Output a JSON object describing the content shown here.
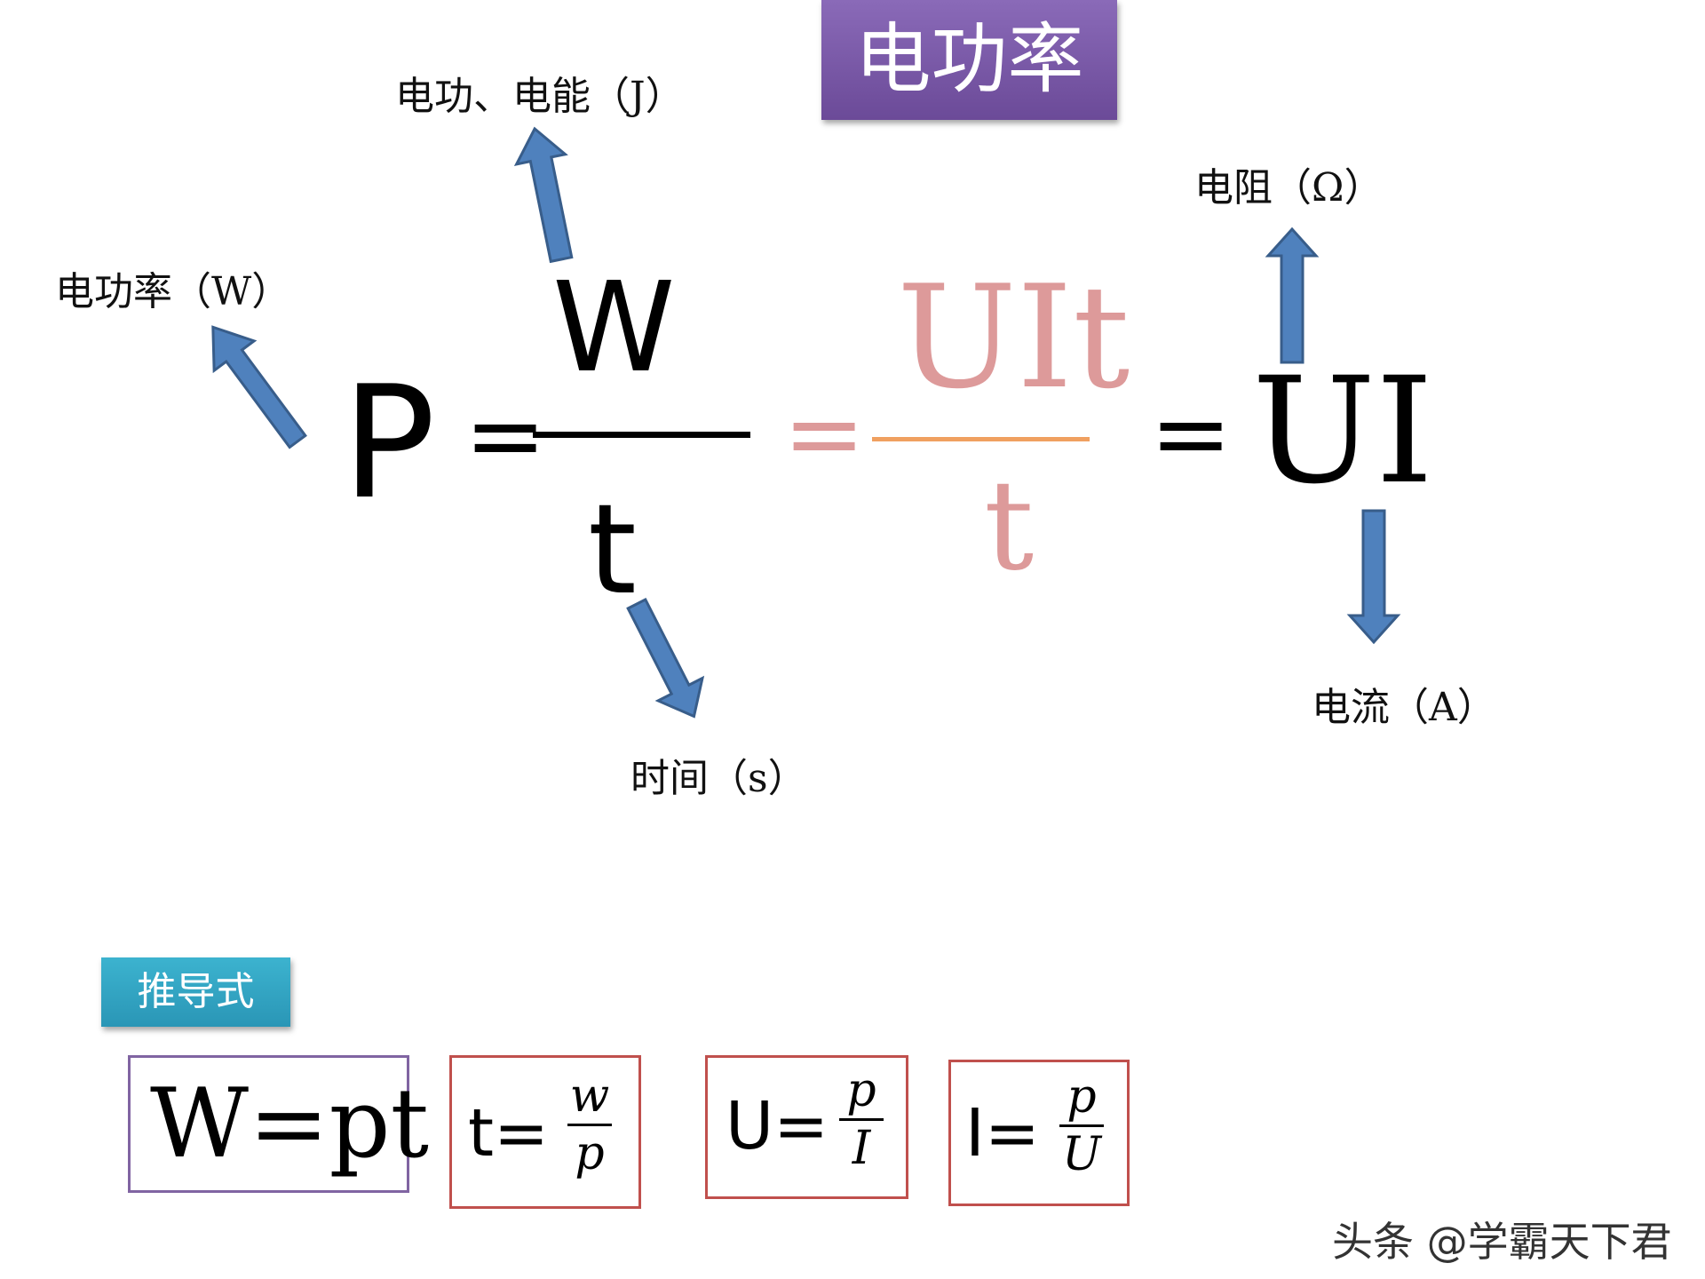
{
  "title": "电功率",
  "formula": {
    "lhs": "P",
    "eq1": "=",
    "num1": "W",
    "den1": "t",
    "eq2": "=",
    "num2": "UIt",
    "den2": "t",
    "eq3": "=",
    "rhs": "UI"
  },
  "labels": {
    "power": "电功率（W）",
    "work": "电功、电能（J）",
    "time": "时间（s）",
    "resistance": "电阻（Ω）",
    "current": "电流（A）"
  },
  "derivations": {
    "heading": "推导式",
    "w_eq": "W=pt",
    "t_lhs": "t=",
    "t_num": "w",
    "t_den": "p",
    "u_lhs": "U=",
    "u_num": "p",
    "u_den": "I",
    "i_lhs": "I=",
    "i_num": "p",
    "i_den": "U"
  },
  "watermark": "头条 @学霸天下君",
  "colors": {
    "title_bg": "#7b5aa8",
    "arrow_fill": "#4f81bd",
    "arrow_stroke": "#385d8a",
    "pink_text": "#dd9a9a",
    "orange_line": "#f0a060",
    "subheading_bg": "#31a5c4",
    "box_purple": "#8064a2",
    "box_red": "#c0504d"
  }
}
